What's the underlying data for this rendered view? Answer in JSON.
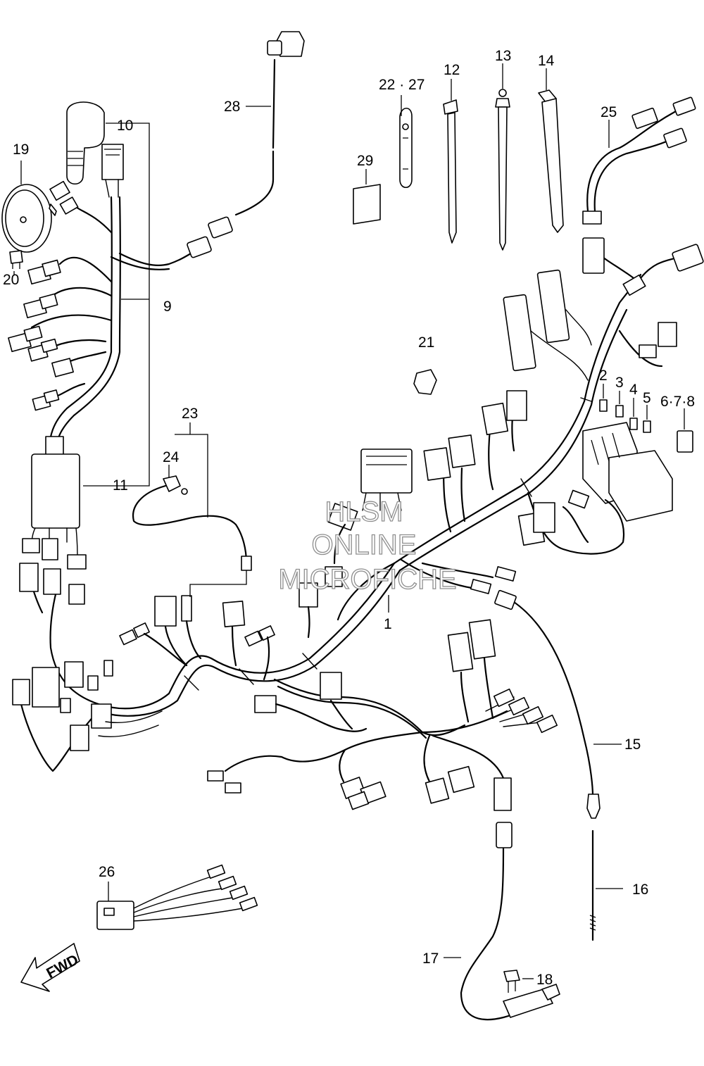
{
  "diagram": {
    "callouts": [
      {
        "id": "1",
        "text": "1"
      },
      {
        "id": "2",
        "text": "2"
      },
      {
        "id": "3",
        "text": "3"
      },
      {
        "id": "4",
        "text": "4"
      },
      {
        "id": "5",
        "text": "5"
      },
      {
        "id": "6-7-8",
        "text": "6·7·8"
      },
      {
        "id": "9",
        "text": "9"
      },
      {
        "id": "10",
        "text": "10"
      },
      {
        "id": "11",
        "text": "11"
      },
      {
        "id": "12",
        "text": "12"
      },
      {
        "id": "13",
        "text": "13"
      },
      {
        "id": "14",
        "text": "14"
      },
      {
        "id": "15",
        "text": "15"
      },
      {
        "id": "16",
        "text": "16"
      },
      {
        "id": "17",
        "text": "17"
      },
      {
        "id": "18",
        "text": "18"
      },
      {
        "id": "19",
        "text": "19"
      },
      {
        "id": "20",
        "text": "20"
      },
      {
        "id": "21",
        "text": "21"
      },
      {
        "id": "22-27",
        "text": "22 · 27"
      },
      {
        "id": "23",
        "text": "23"
      },
      {
        "id": "24",
        "text": "24"
      },
      {
        "id": "25",
        "text": "25"
      },
      {
        "id": "26",
        "text": "26"
      },
      {
        "id": "28",
        "text": "28"
      },
      {
        "id": "29",
        "text": "29"
      }
    ],
    "fwd_label": "FWD"
  },
  "watermark": {
    "line1": "HLSM",
    "line2": "ONLINE",
    "line3": "MICROFICHE"
  }
}
